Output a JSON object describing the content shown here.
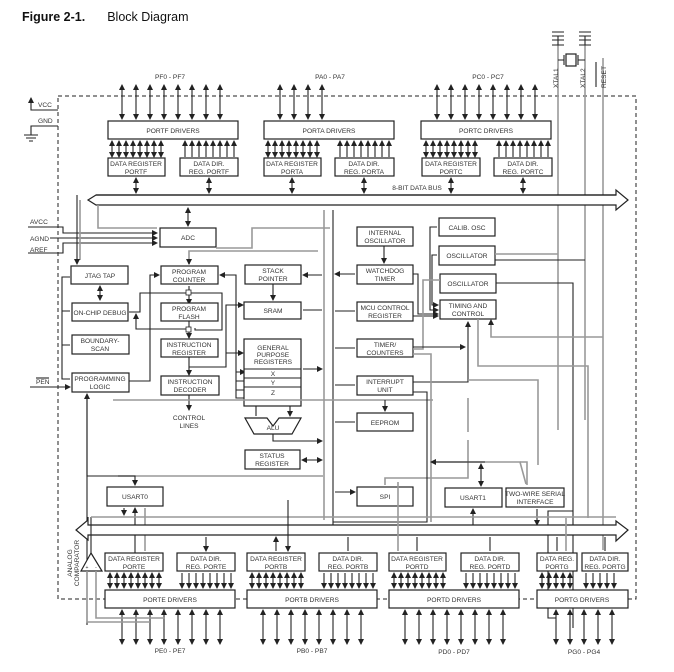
{
  "figure": {
    "number": "Figure 2-1.",
    "title": "Block Diagram"
  },
  "pins": {
    "vcc": "VCC",
    "gnd": "GND",
    "avcc": "AVCC",
    "agnd": "AGND",
    "aref": "AREF",
    "pen": "PEN",
    "xtal1": "XTAL1",
    "xtal2": "XTAL2",
    "reset": "RESET",
    "pf": "PF0 - PF7",
    "pa": "PA0 - PA7",
    "pc": "PC0 - PC7",
    "pe": "PE0 - PE7",
    "pb": "PB0 - PB7",
    "pd": "PD0 - PD7",
    "pg": "PG0 - PG4"
  },
  "buses": {
    "data_bus": "8-BIT DATA BUS"
  },
  "blocks": {
    "portf_drivers": "PORTF DRIVERS",
    "porta_drivers": "PORTA DRIVERS",
    "portc_drivers": "PORTC DRIVERS",
    "dr_portf": [
      "DATA REGISTER",
      "PORTF"
    ],
    "ddr_portf": [
      "DATA DIR.",
      "REG. PORTF"
    ],
    "dr_porta": [
      "DATA REGISTER",
      "PORTA"
    ],
    "ddr_porta": [
      "DATA DIR.",
      "REG. PORTA"
    ],
    "dr_portc": [
      "DATA REGISTER",
      "PORTC"
    ],
    "ddr_portc": [
      "DATA DIR.",
      "REG. PORTC"
    ],
    "adc": "ADC",
    "jtag": "JTAG TAP",
    "ocd": "ON-CHIP DEBUG",
    "bscan": [
      "BOUNDARY-",
      "SCAN"
    ],
    "prog_logic": [
      "PROGRAMMING",
      "LOGIC"
    ],
    "pc": [
      "PROGRAM",
      "COUNTER"
    ],
    "flash": [
      "PROGRAM",
      "FLASH"
    ],
    "ir": [
      "INSTRUCTION",
      "REGISTER"
    ],
    "id": [
      "INSTRUCTION",
      "DECODER"
    ],
    "control_lines": [
      "CONTROL",
      "LINES"
    ],
    "sp": [
      "STACK",
      "POINTER"
    ],
    "sram": "SRAM",
    "gpr": [
      "GENERAL",
      "PURPOSE",
      "REGISTERS"
    ],
    "gpr_x": "X",
    "gpr_y": "Y",
    "gpr_z": "Z",
    "alu": "ALU",
    "sreg": [
      "STATUS",
      "REGISTER"
    ],
    "int_osc": [
      "INTERNAL",
      "OSCILLATOR"
    ],
    "wdt": [
      "WATCHDOG",
      "TIMER"
    ],
    "mcucr": [
      "MCU CONTROL",
      "REGISTER"
    ],
    "timers": [
      "TIMER/",
      "COUNTERS"
    ],
    "int_unit": [
      "INTERRUPT",
      "UNIT"
    ],
    "eeprom": "EEPROM",
    "spi": "SPI",
    "calib_osc": "CALIB. OSC",
    "osc1": "OSCILLATOR",
    "osc2": "OSCILLATOR",
    "timing": [
      "TIMING AND",
      "CONTROL"
    ],
    "usart0": "USART0",
    "usart1": "USART1",
    "twi": [
      "TWO-WIRE SERIAL",
      "INTERFACE"
    ],
    "analog_comp": [
      "ANALOG",
      "COMPARATOR"
    ],
    "dr_porte": [
      "DATA REGISTER",
      "PORTE"
    ],
    "ddr_porte": [
      "DATA DIR.",
      "REG. PORTE"
    ],
    "dr_portb": [
      "DATA REGISTER",
      "PORTB"
    ],
    "ddr_portb": [
      "DATA DIR.",
      "REG. PORTB"
    ],
    "dr_portd": [
      "DATA REGISTER",
      "PORTD"
    ],
    "ddr_portd": [
      "DATA DIR.",
      "REG. PORTD"
    ],
    "dr_portg": [
      "DATA REG.",
      "PORTG"
    ],
    "ddr_portg": [
      "DATA DIR.",
      "REG. PORTG"
    ],
    "porte_drivers": "PORTE DRIVERS",
    "portb_drivers": "PORTB DRIVERS",
    "portd_drivers": "PORTD DRIVERS",
    "portg_drivers": "PORTG DRIVERS"
  }
}
